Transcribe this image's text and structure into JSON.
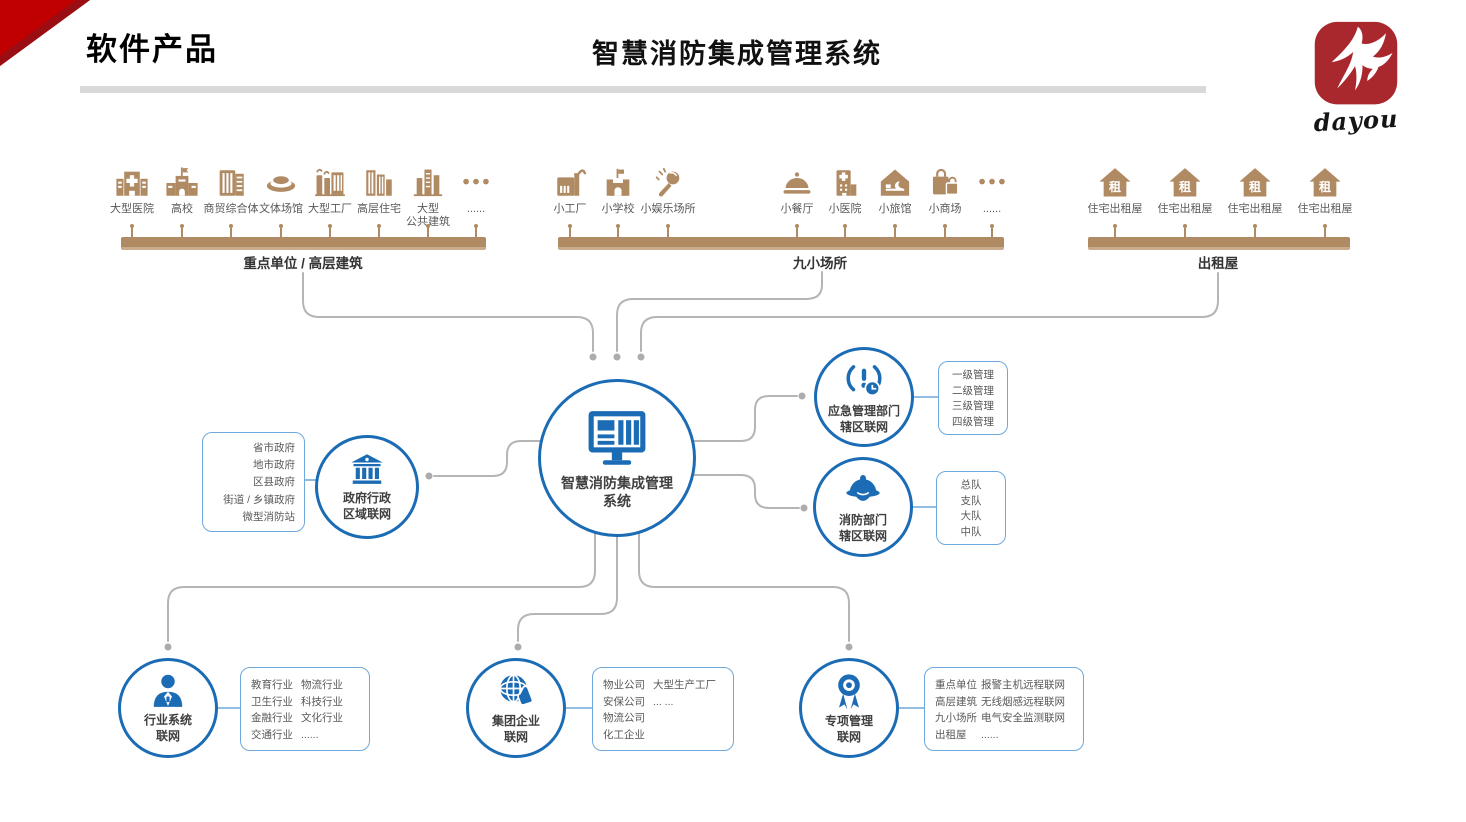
{
  "header": {
    "section_title": "软件产品",
    "page_title": "智慧消防集成管理系统"
  },
  "logo": {
    "icon": "dayou-logo-mark",
    "text": "dayou"
  },
  "groups": [
    {
      "label": "重点单位 / 高层建筑",
      "items": [
        {
          "icon": "hospital-icon",
          "label": "大型医院"
        },
        {
          "icon": "school-icon",
          "label": "高校"
        },
        {
          "icon": "commerce-building-icon",
          "label": "商贸综合体"
        },
        {
          "icon": "stadium-icon",
          "label": "文体场馆"
        },
        {
          "icon": "factory-icon",
          "label": "大型工厂"
        },
        {
          "icon": "highrise-icon",
          "label": "高层住宅"
        },
        {
          "icon": "public-building-icon",
          "label": "大型\n公共建筑"
        },
        {
          "icon": "ellipsis-icon",
          "label": "......"
        }
      ]
    },
    {
      "label": "九小场所",
      "items": [
        {
          "icon": "small-factory-icon",
          "label": "小工厂"
        },
        {
          "icon": "small-school-icon",
          "label": "小学校"
        },
        {
          "icon": "microphone-icon",
          "label": "小娱乐场所"
        },
        {
          "icon": "restaurant-cloche-icon",
          "label": "小餐厅"
        },
        {
          "icon": "small-hospital-icon",
          "label": "小医院"
        },
        {
          "icon": "hostel-icon",
          "label": "小旅馆"
        },
        {
          "icon": "shopping-bag-icon",
          "label": "小商场"
        },
        {
          "icon": "ellipsis-icon",
          "label": "......"
        }
      ]
    },
    {
      "label": "出租屋",
      "items": [
        {
          "icon": "rent-house-icon",
          "label": "住宅出租屋"
        },
        {
          "icon": "rent-house-icon",
          "label": "住宅出租屋"
        },
        {
          "icon": "rent-house-icon",
          "label": "住宅出租屋"
        },
        {
          "icon": "rent-house-icon",
          "label": "住宅出租屋"
        }
      ]
    }
  ],
  "center": {
    "icon": "monitor-dashboard-icon",
    "label": "智慧消防集成管理\n系统"
  },
  "nodes": {
    "government": {
      "icon": "bank-icon",
      "label": "政府行政\n区域联网",
      "list": [
        "省市政府",
        "地市政府",
        "区县政府",
        "街道 / 乡镇政府",
        "微型消防站"
      ]
    },
    "emergency": {
      "icon": "alarm-clock-icon",
      "label": "应急管理部门\n辖区联网",
      "list": [
        "一级管理",
        "二级管理",
        "三级管理",
        "四级管理"
      ]
    },
    "fire": {
      "icon": "fire-helmet-icon",
      "label": "消防部门\n辖区联网",
      "list": [
        "总队",
        "支队",
        "大队",
        "中队"
      ]
    },
    "industry": {
      "icon": "businessman-icon",
      "label": "行业系统\n联网",
      "rows": [
        [
          "教育行业",
          "物流行业"
        ],
        [
          "卫生行业",
          "科技行业"
        ],
        [
          "金融行业",
          "文化行业"
        ],
        [
          "交通行业",
          "......"
        ]
      ]
    },
    "enterprise": {
      "icon": "globe-hand-icon",
      "label": "集团企业\n联网",
      "rows": [
        [
          "物业公司",
          "大型生产工厂"
        ],
        [
          "安保公司",
          "... ..."
        ],
        [
          "物流公司",
          ""
        ],
        [
          "化工企业",
          ""
        ]
      ]
    },
    "special": {
      "icon": "medal-icon",
      "label": "专项管理\n联网",
      "rows": [
        [
          "重点单位",
          "报警主机远程联网"
        ],
        [
          "高层建筑",
          "无线烟感远程联网"
        ],
        [
          "九小场所",
          "电气安全监测联网"
        ],
        [
          "出租屋",
          "......"
        ]
      ]
    }
  },
  "colors": {
    "tan": "#B08A63",
    "blue": "#1B6CB5",
    "box_border": "#6FA8DC",
    "connector_gray": "#B5B5B5",
    "text_gray": "#595959",
    "header_rule": "#D9D9D9",
    "corner_red": "#C00000",
    "logo_red": "#A8282E"
  }
}
